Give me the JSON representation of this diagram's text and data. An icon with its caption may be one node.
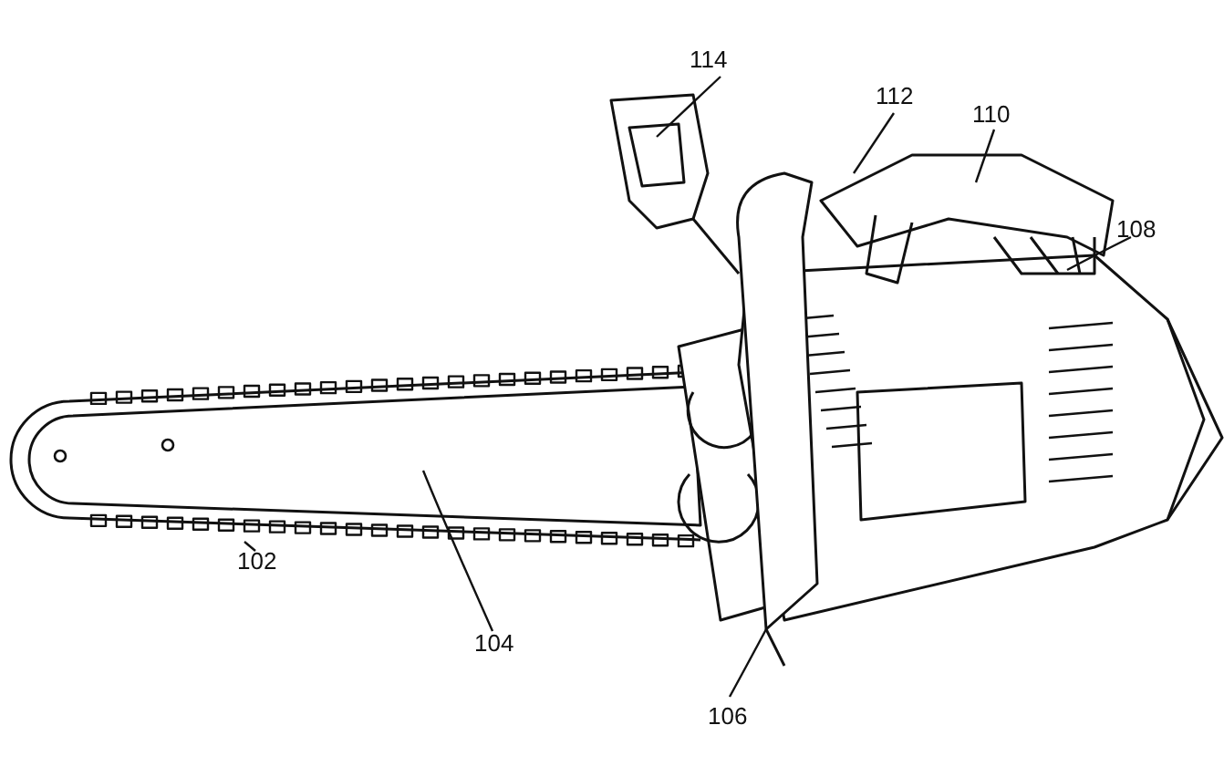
{
  "diagram": {
    "nodes": [
      {
        "text": [
          "114"
        ]
      },
      {
        "text": [
          "112"
        ]
      },
      {
        "text": [
          "110"
        ]
      },
      {
        "text": [
          "108"
        ]
      },
      {
        "text": [
          "102"
        ]
      },
      {
        "text": [
          "104"
        ]
      },
      {
        "text": [
          "106"
        ]
      }
    ],
    "edges": [
      {
        "from": 0,
        "to": null,
        "arrow": "none"
      },
      {
        "from": 1,
        "to": null,
        "arrow": "none"
      },
      {
        "from": 2,
        "to": null,
        "arrow": "none"
      },
      {
        "from": 3,
        "to": null,
        "arrow": "none"
      },
      {
        "from": 4,
        "to": null,
        "arrow": "none"
      },
      {
        "from": 5,
        "to": null,
        "arrow": "none"
      },
      {
        "from": 6,
        "to": null,
        "arrow": "none"
      }
    ]
  }
}
